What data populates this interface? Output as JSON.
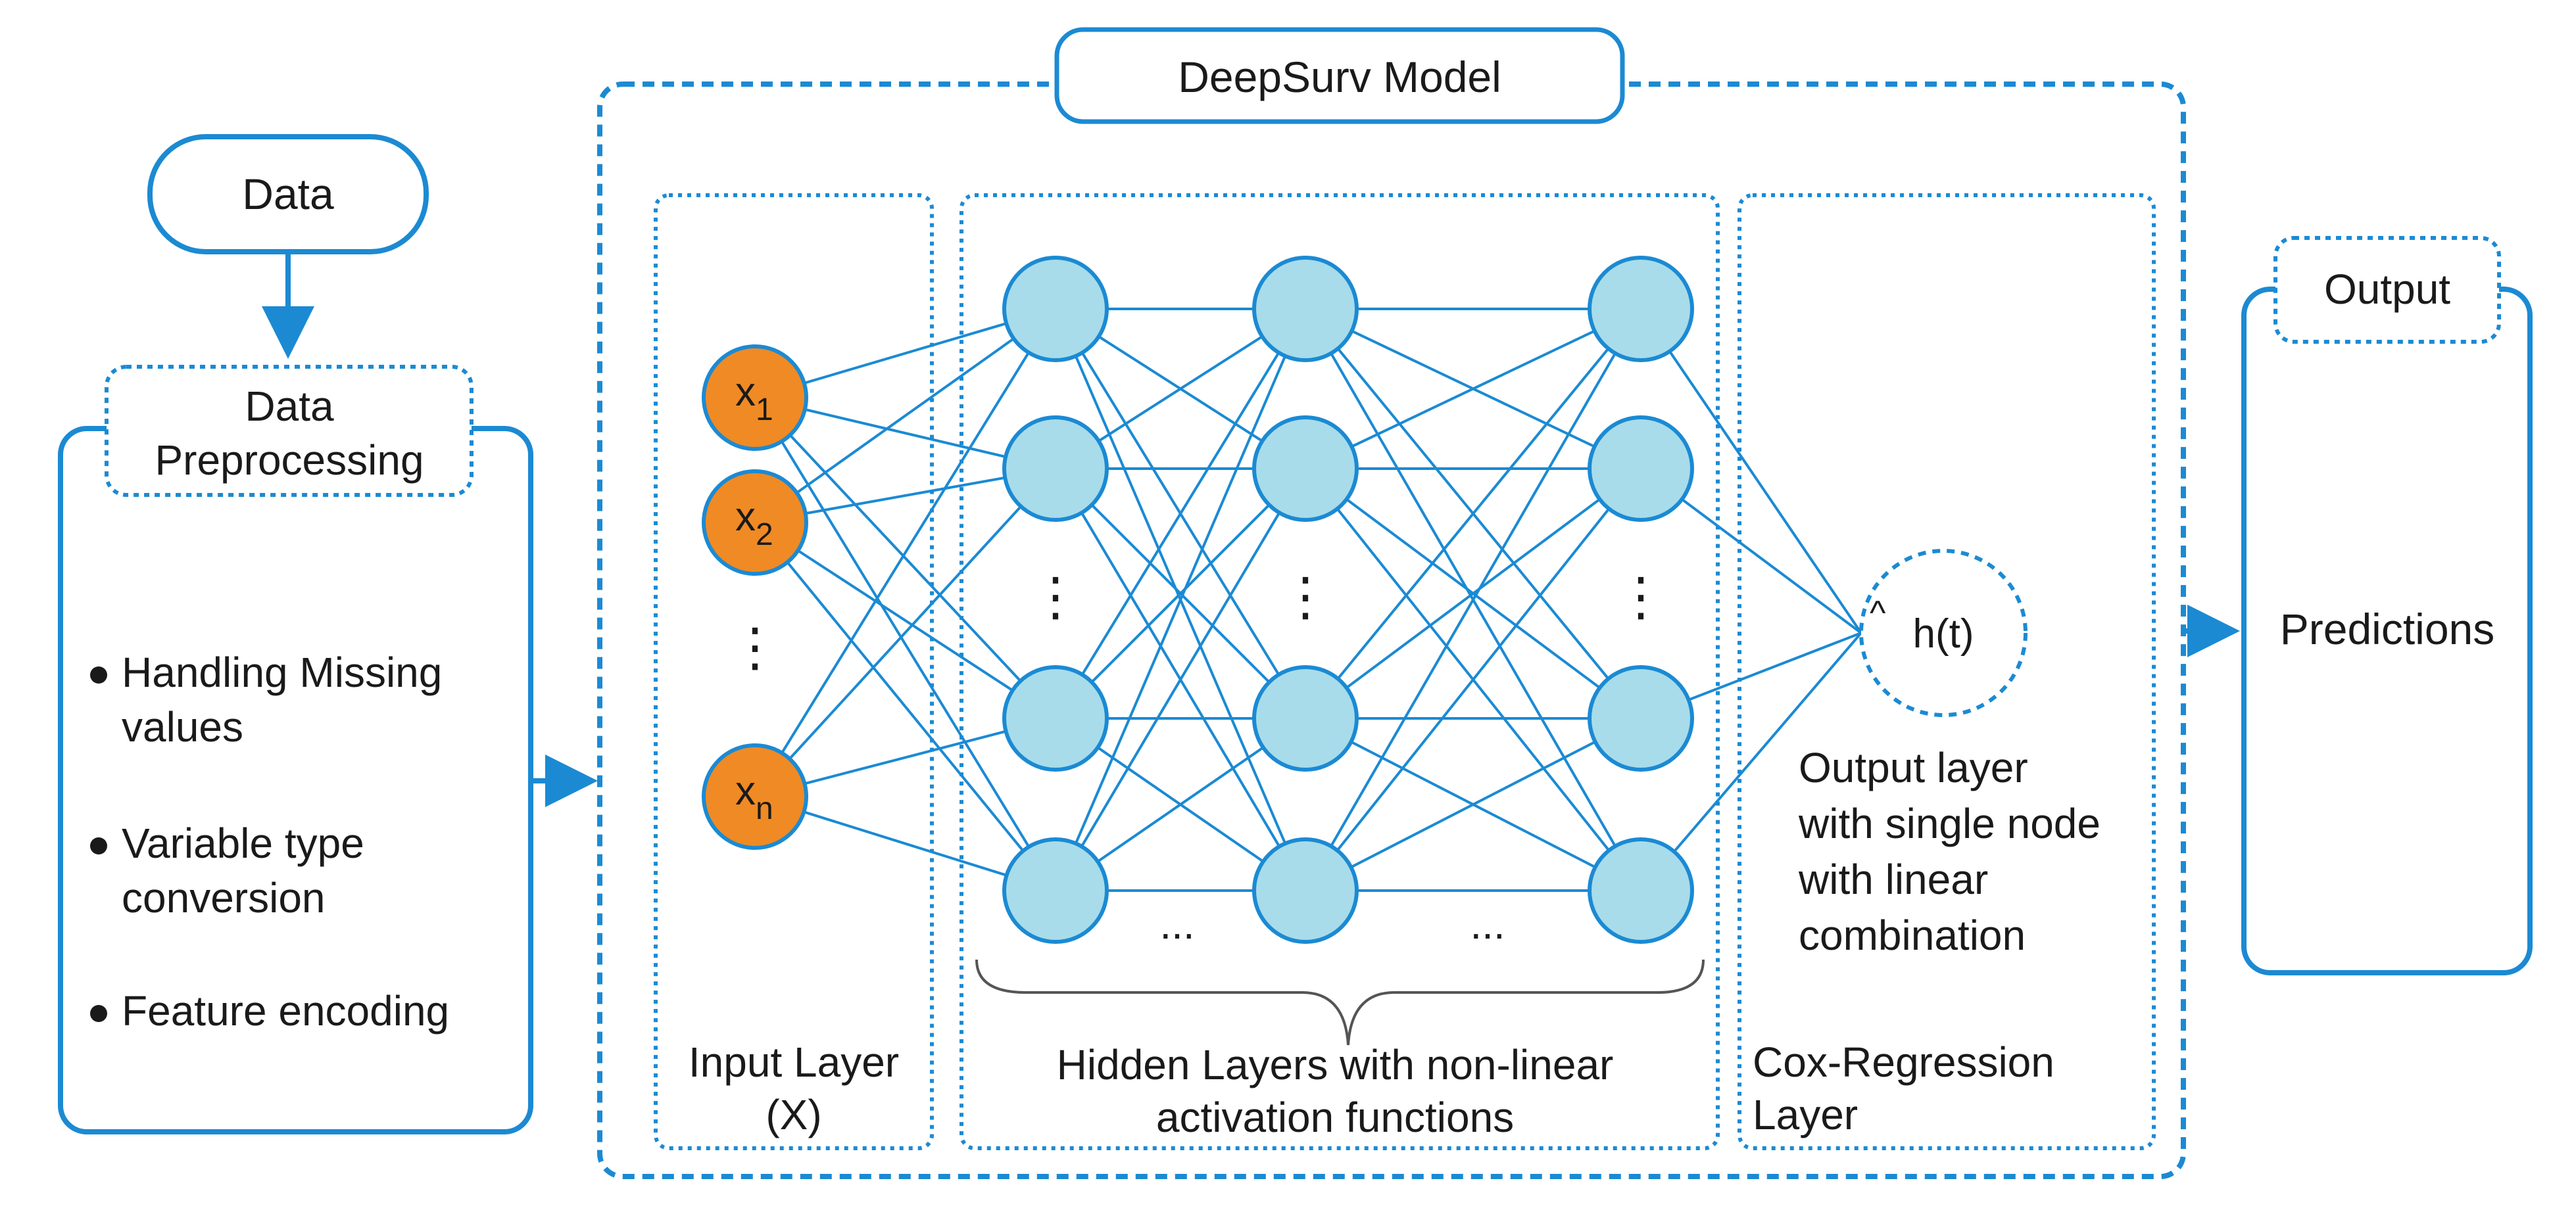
{
  "colors": {
    "stroke": "#1b8ad3",
    "hidden_fill": "#a8dcea",
    "input_fill": "#f08a24",
    "input_stroke": "#1b8ad3",
    "text": "#1a1a1a"
  },
  "data_node": {
    "label": "Data"
  },
  "preprocessing": {
    "title_line1": "Data",
    "title_line2": "Preprocessing",
    "items": [
      {
        "line1": "Handling Missing",
        "line2": "values"
      },
      {
        "line1": "Variable type",
        "line2": "conversion"
      },
      {
        "line1": "Feature encoding",
        "line2": ""
      }
    ]
  },
  "model": {
    "title": "DeepSurv Model"
  },
  "input_layer": {
    "label_line1": "Input Layer",
    "label_line2": "(X)",
    "nodes": [
      {
        "base": "x",
        "sub": "1"
      },
      {
        "base": "x",
        "sub": "2"
      },
      {
        "base": "x",
        "sub": "n"
      }
    ],
    "ellipsis": "⋮"
  },
  "hidden_layers": {
    "label_line1": "Hidden Layers with non-linear",
    "label_line2": "activation functions",
    "ellipsis_vertical": "⋮",
    "ellipsis_horizontal": "..."
  },
  "cox_layer": {
    "label_line1": "Cox-Regression",
    "label_line2": "Layer",
    "node_label": "h(t)",
    "hat": "^",
    "description": [
      "Output layer",
      "with single node",
      "with linear",
      "combination"
    ]
  },
  "output": {
    "title": "Output",
    "label": "Predictions"
  }
}
